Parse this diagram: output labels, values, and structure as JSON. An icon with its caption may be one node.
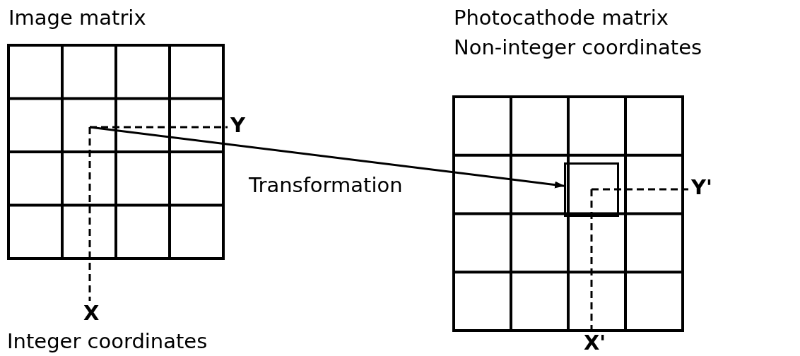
{
  "diagram": {
    "nodes": [
      {
        "text": [
          "Image matrix"
        ],
        "beside": [
          "Integer coordinates"
        ]
      },
      {
        "text": [
          "Photocathode matrix",
          "Non-integer coordinates"
        ]
      },
      {
        "text": [],
        "shape": "box",
        "in": 1
      }
    ],
    "edges": [
      {
        "from": 0,
        "to": 2,
        "arrow": "to",
        "label": "Transformation"
      }
    ],
    "labels": [
      "Y",
      "Y'",
      "X",
      "X'"
    ]
  }
}
